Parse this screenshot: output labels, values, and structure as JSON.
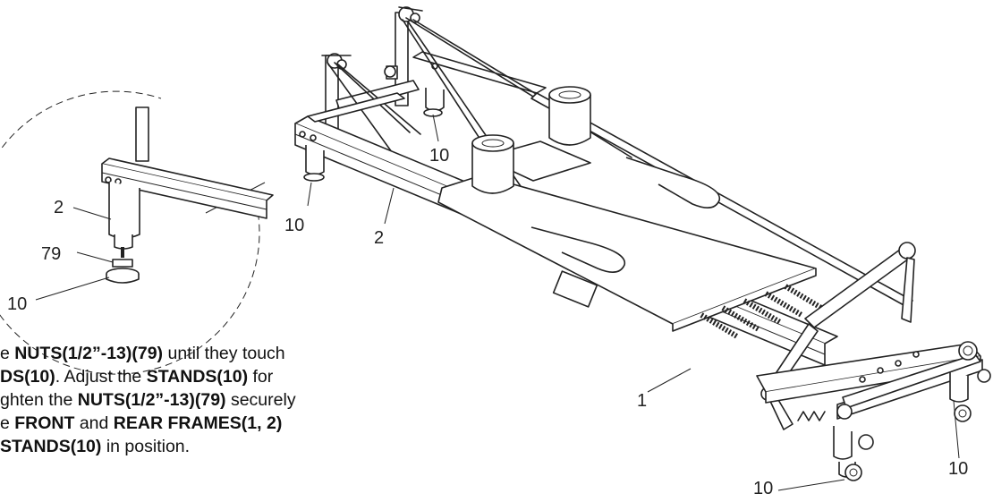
{
  "detail_labels": {
    "part_2": "2",
    "part_79": "79",
    "part_10": "10"
  },
  "main_labels": {
    "stand_back_mid": "10",
    "stand_back_left": "10",
    "rear_frame": "2",
    "front_frame": "1",
    "stand_front_right": "10",
    "stand_front_bottom": "10"
  },
  "instruction": {
    "line1": {
      "t1": "e ",
      "b1": "NUTS(1/2”-13)(79)",
      "t2": " until they touch"
    },
    "line2": {
      "b1": "DS(10)",
      "t1": ". Adjust the ",
      "b2": "STANDS(10)",
      "t2": " for"
    },
    "line3": {
      "t1": "ghten the ",
      "b1": "NUTS(1/2”-13)(79)",
      "t2": " securely"
    },
    "line4": {
      "t1": "e ",
      "b1": "FRONT",
      "t2": " and ",
      "b2": "REAR FRAMES(1, 2)"
    },
    "line5": {
      "b1": "STANDS(10)",
      "t1": " in position."
    }
  }
}
